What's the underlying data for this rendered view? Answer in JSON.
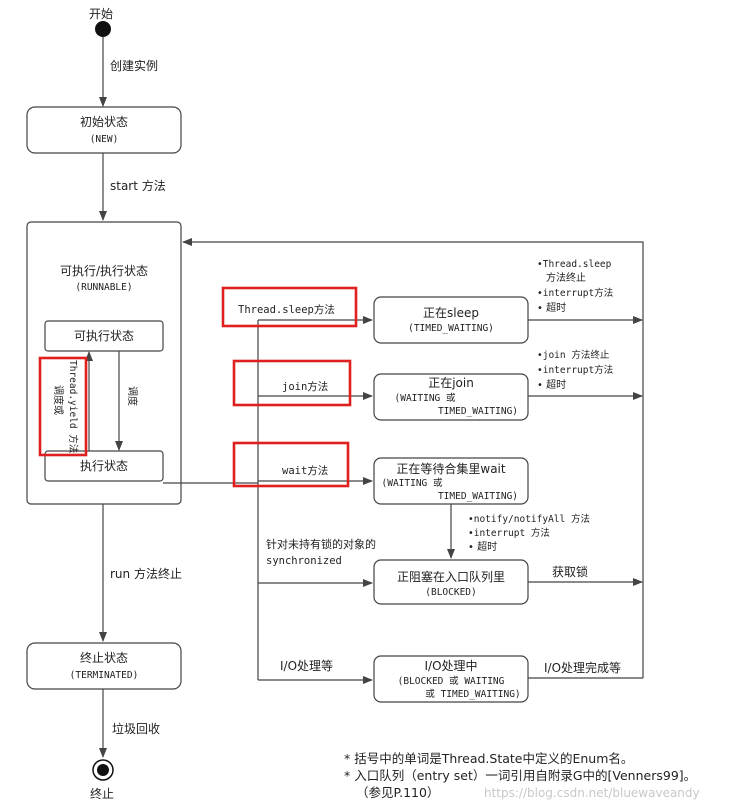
{
  "start": "开始",
  "end": "终止",
  "edges": {
    "create": "创建实例",
    "start_method": "start 方法",
    "run_end": "run 方法终止",
    "gc": "垃圾回收",
    "schedule": "调度",
    "schedule_or_yield": "调度或",
    "yield_method": "Thread.yield 方法",
    "sleep_method": "Thread.sleep方法",
    "join_method": "join方法",
    "wait_method": "wait方法",
    "sync_line1": "针对未持有锁的对象的",
    "sync_line2": "synchronized",
    "io_method": "I/O处理等",
    "acquire_lock": "获取锁",
    "io_done": "I/O处理完成等"
  },
  "states": {
    "new": {
      "title": "初始状态",
      "sub": "(NEW)"
    },
    "runnable": {
      "title": "可执行/执行状态",
      "sub": "(RUNNABLE)"
    },
    "ready": {
      "title": "可执行状态"
    },
    "running": {
      "title": "执行状态"
    },
    "terminated": {
      "title": "终止状态",
      "sub": "(TERMINATED)"
    },
    "sleep": {
      "title": "正在sleep",
      "sub": "(TIMED_WAITING)"
    },
    "join": {
      "title": "正在join",
      "sub1": "(WAITING 或",
      "sub2": "TIMED_WAITING)"
    },
    "wait": {
      "title": "正在等待合集里wait",
      "sub1": "(WAITING 或",
      "sub2": "TIMED_WAITING)"
    },
    "blocked": {
      "title": "正阻塞在入口队列里",
      "sub": "(BLOCKED)"
    },
    "io": {
      "title": "I/O处理中",
      "sub1": "(BLOCKED 或 WAITING",
      "sub2": "或 TIMED_WAITING)"
    }
  },
  "exit_notes": {
    "sleep": [
      "•Thread.sleep",
      "方法终止",
      "•interrupt方法",
      "• 超时"
    ],
    "join": [
      "•join 方法终止",
      "•interrupt方法",
      "• 超时"
    ],
    "wait": [
      "•notify/notifyAll 方法",
      "•interrupt 方法",
      "• 超时"
    ]
  },
  "footnotes": [
    "* 括号中的单词是Thread.State中定义的Enum名。",
    "* 入口队列（entry set）一词引用自附录G中的[Venners99]。",
    "（参见P.110）"
  ],
  "watermark": "https://blog.csdn.net/bluewaveandy",
  "highlight_color": "#e02020"
}
